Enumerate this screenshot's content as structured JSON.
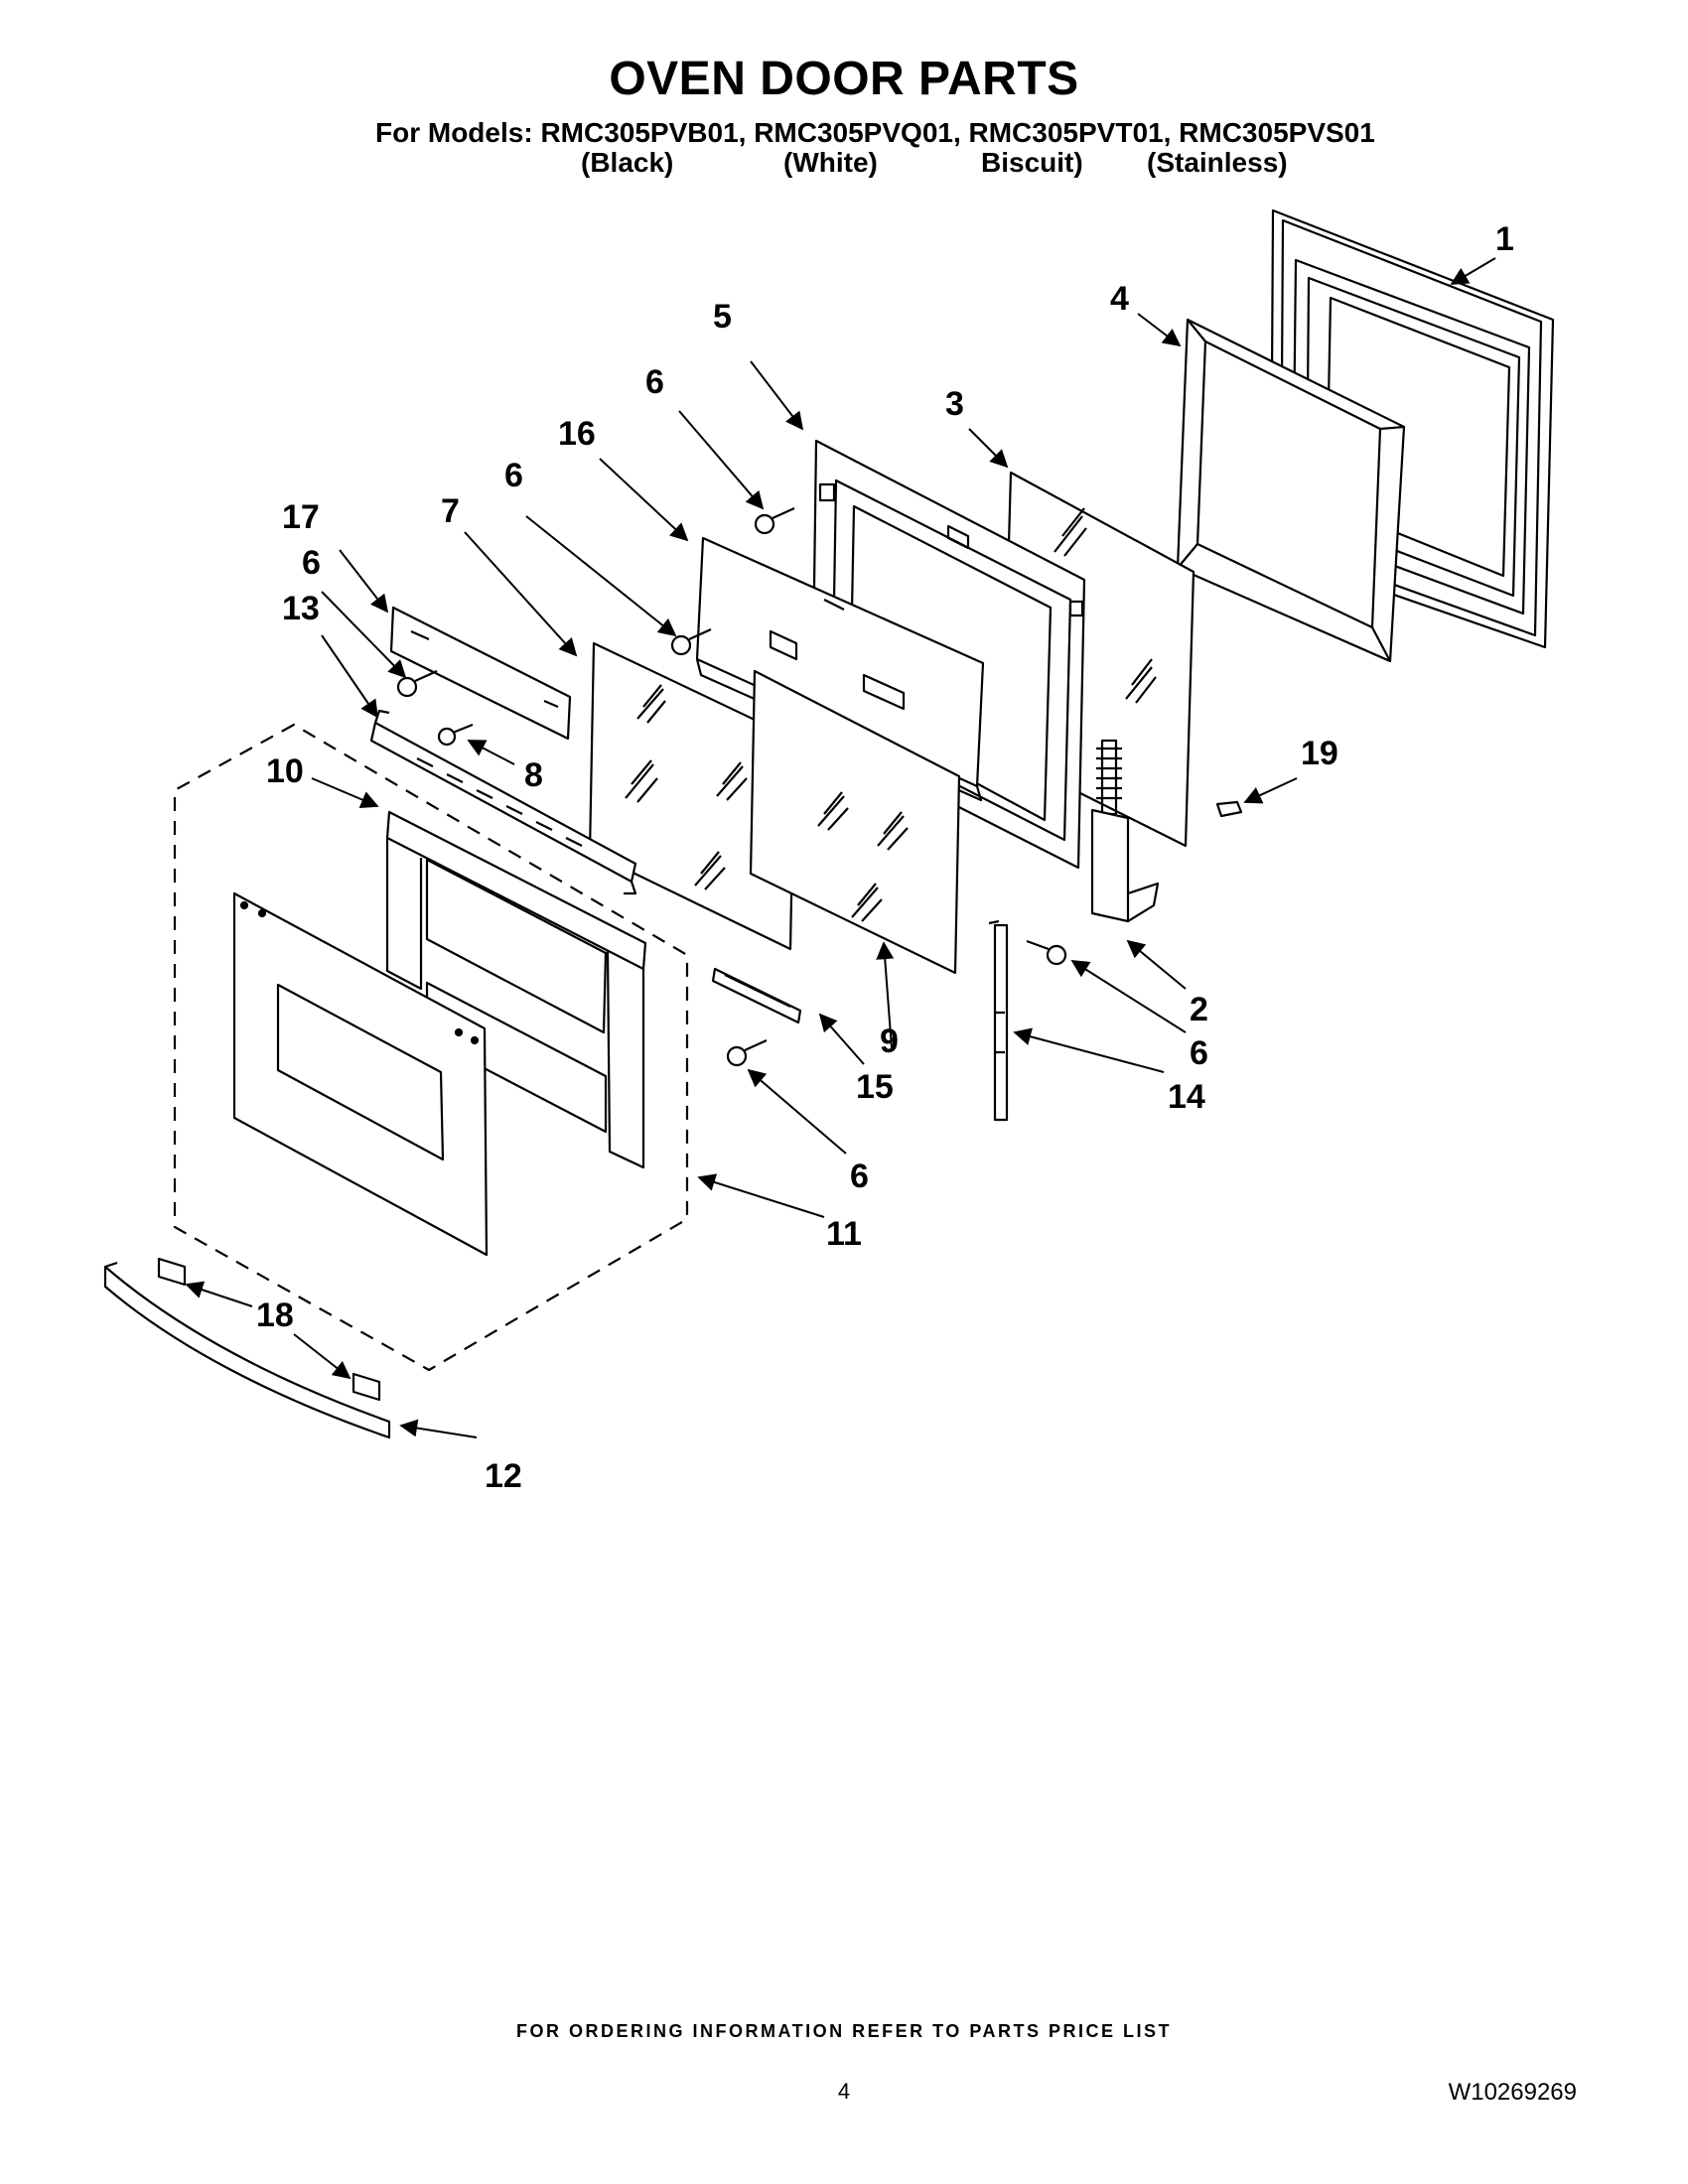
{
  "header": {
    "title": "OVEN DOOR PARTS",
    "models_line": "For Models: RMC305PVB01, RMC305PVQ01, RMC305PVT01, RMC305PVS01",
    "variants": [
      "(Black)",
      "(White)",
      "Biscuit)",
      "(Stainless)"
    ]
  },
  "callouts": [
    "1",
    "4",
    "5",
    "3",
    "6",
    "16",
    "6",
    "7",
    "17",
    "6",
    "13",
    "8",
    "10",
    "19",
    "2",
    "6",
    "14",
    "9",
    "15",
    "6",
    "11",
    "18",
    "12"
  ],
  "footer": {
    "ordering_note": "FOR ORDERING INFORMATION REFER TO PARTS PRICE LIST",
    "page_number": "4",
    "document_number": "W10269269"
  }
}
